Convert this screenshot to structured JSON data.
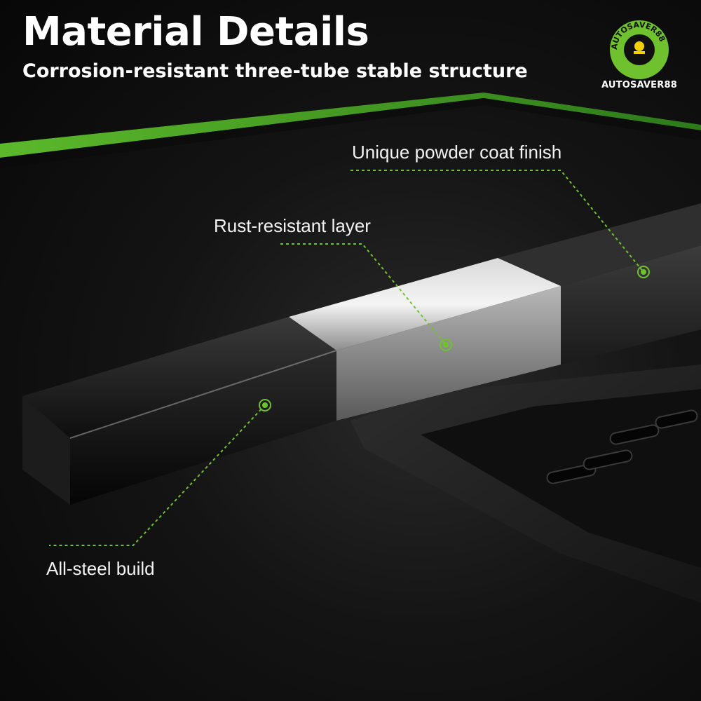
{
  "header": {
    "title": "Material Details",
    "subtitle": "Corrosion-resistant three-tube stable structure"
  },
  "brand": {
    "name": "AUTOSAVER88",
    "ring_text": "AUTOSAVER88"
  },
  "callouts": {
    "powder_coat": "Unique powder coat finish",
    "rust_layer": "Rust-resistant layer",
    "steel_build": "All-steel build"
  },
  "colors": {
    "accent_green": "#6fc22e",
    "background": "#0d0d0d",
    "text": "#ffffff"
  }
}
